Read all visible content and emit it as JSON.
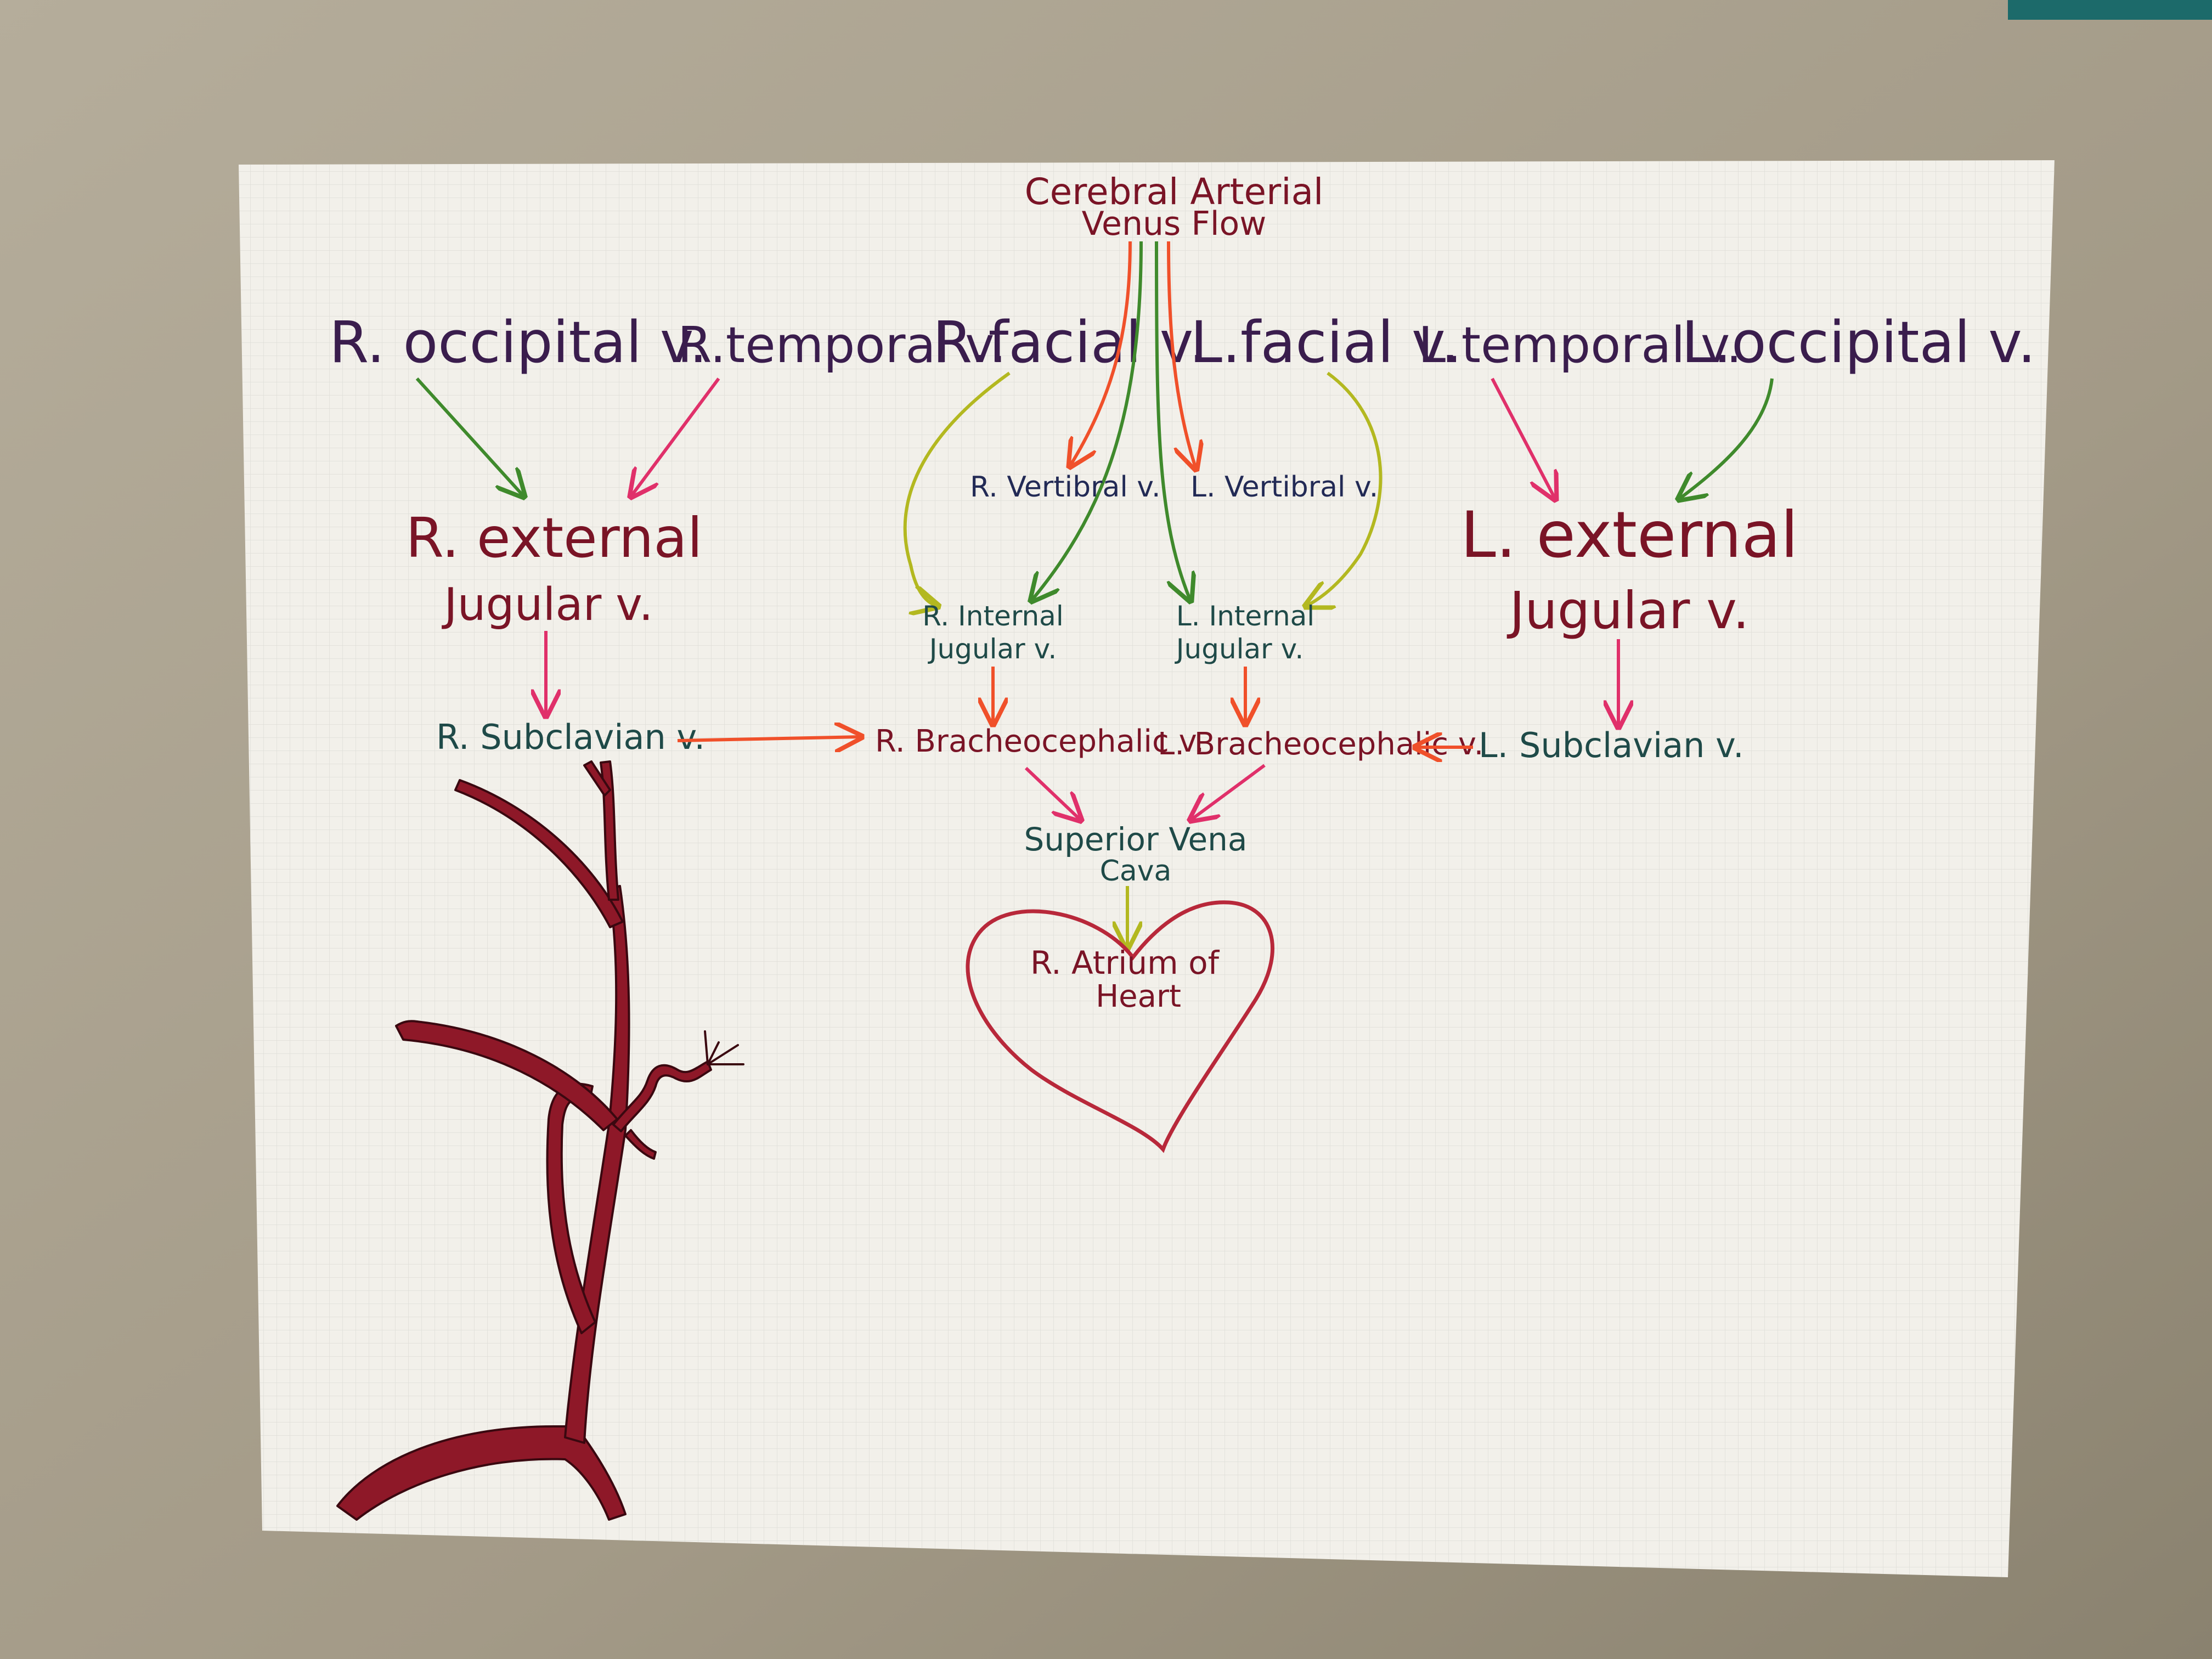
{
  "title": {
    "line1": "Cerebral Arterial",
    "line2": "Venus Flow"
  },
  "colors": {
    "wall": "#a8a08e",
    "paper": "#f2f0ea",
    "grid": "#dcdcd6",
    "purple": "#3a1d4d",
    "maroon": "#7a1426",
    "teal": "#1f4a48",
    "navy": "#222a55",
    "green_arrow": "#3f8a2c",
    "pink_arrow": "#e0306a",
    "orange_arrow": "#f0502a",
    "yellow_arrow": "#b3b820",
    "vein_fill": "#8e1828",
    "vein_outline": "#3a0810",
    "heart": "#b8283a"
  },
  "nodes": {
    "r_occipital": "R. occipital v.",
    "r_temporal": "R.temporal v.",
    "r_facial": "R.facial v.",
    "l_facial": "L.facial v.",
    "l_temporal": "L.temporal v.",
    "l_occipital": "L.occipital v.",
    "r_vertibral": "R. Vertibral v.",
    "l_vertibral": "L. Vertibral v.",
    "r_external_line1": "R. external",
    "r_external_line2": "Jugular v.",
    "l_external_line1": "L. external",
    "l_external_line2": "Jugular v.",
    "r_internal_line1": "R. Internal",
    "r_internal_line2": "Jugular v.",
    "l_internal_line1": "L. Internal",
    "l_internal_line2": "Jugular v.",
    "r_subclavian": "R. Subclavian v.",
    "l_subclavian": "L. Subclavian v.",
    "r_brachiocephalic": "R. Bracheocephalic v.",
    "l_brachiocephalic": "L. Bracheocephalic v.",
    "svc_line1": "Superior Vena",
    "svc_line2": "Cava",
    "heart_line1": "R. Atrium of",
    "heart_line2": "Heart"
  }
}
